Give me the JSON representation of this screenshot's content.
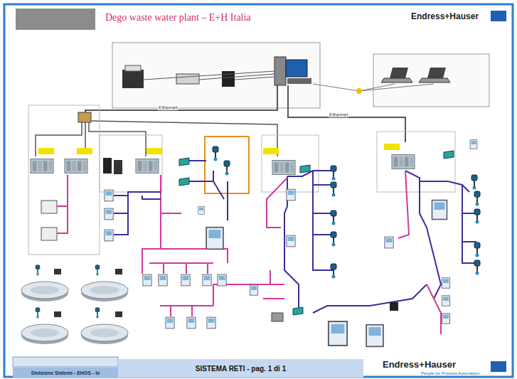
{
  "diagram": {
    "title": "Dego waste water plant – E+H Italia",
    "nodes": [
      {
        "text": [
          "SISTEMA RETI - pag. 1 di 1"
        ]
      },
      {
        "text": [
          "Divisione Sistemi - EHOS - Iv"
        ]
      }
    ],
    "labels": [
      "Endress+Hauser",
      "Endress+Hauser",
      "People for Process Automation",
      "Ethernet",
      "Ethernet"
    ]
  }
}
